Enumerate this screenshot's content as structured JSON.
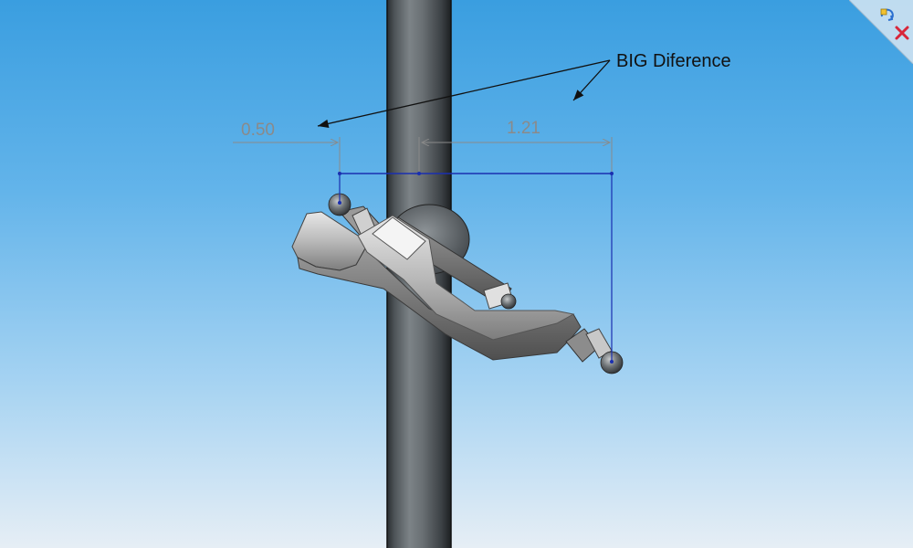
{
  "dimensions": {
    "left_value": "0.50",
    "right_value": "1.21"
  },
  "annotation": {
    "note": "BIG Diference"
  },
  "colors": {
    "sketch_line": "#1a2fb0",
    "dimension": "#8a8a8a",
    "background_top": "#3a9ee0",
    "background_bottom": "#e6eef5"
  },
  "confirmation_corner": {
    "icons": [
      "rebuild-icon",
      "close-icon"
    ]
  }
}
